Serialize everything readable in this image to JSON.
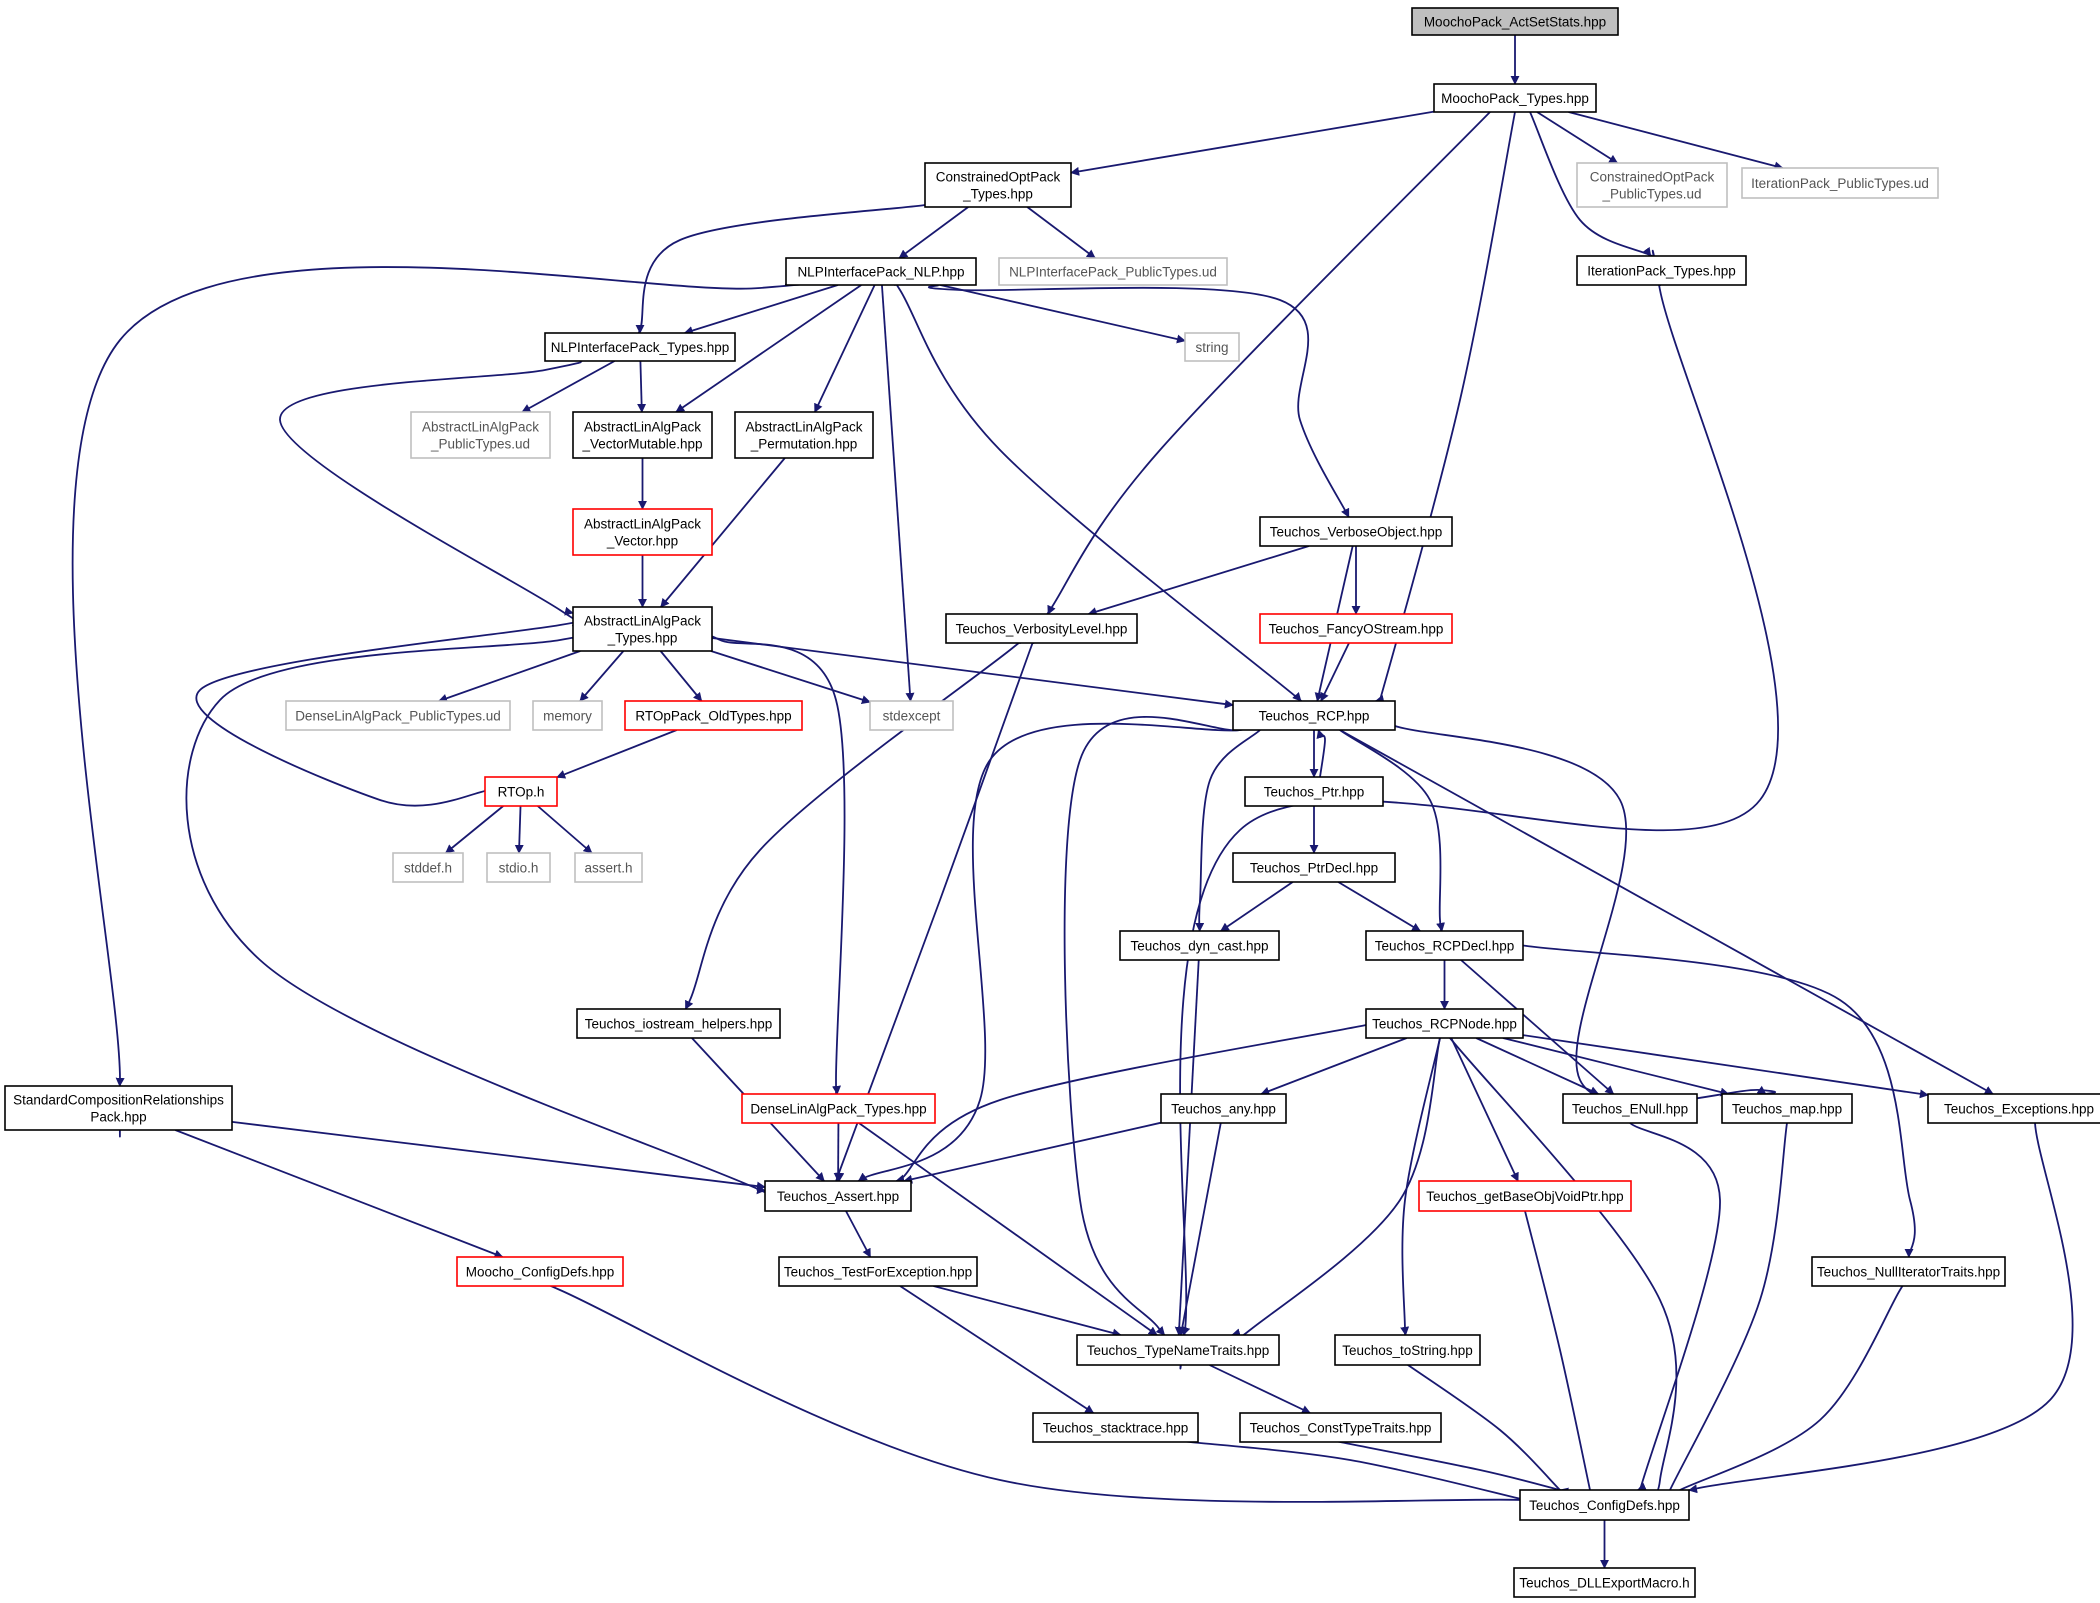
{
  "diagram": {
    "nodes": [
      {
        "id": "root",
        "label": [
          "MoochoPack_ActSetStats.hpp"
        ],
        "style": "root"
      },
      {
        "id": "types",
        "label": [
          "MoochoPack_Types.hpp"
        ],
        "style": "normal"
      },
      {
        "id": "copt",
        "label": [
          "ConstrainedOptPack",
          "_Types.hpp"
        ],
        "style": "normal"
      },
      {
        "id": "coptud",
        "label": [
          "ConstrainedOptPack",
          "_PublicTypes.ud"
        ],
        "style": "gray"
      },
      {
        "id": "iterud",
        "label": [
          "IterationPack_PublicTypes.ud"
        ],
        "style": "gray"
      },
      {
        "id": "nlp",
        "label": [
          "NLPInterfacePack_NLP.hpp"
        ],
        "style": "normal"
      },
      {
        "id": "nlpud",
        "label": [
          "NLPInterfacePack_PublicTypes.ud"
        ],
        "style": "gray"
      },
      {
        "id": "itertypes",
        "label": [
          "IterationPack_Types.hpp"
        ],
        "style": "normal"
      },
      {
        "id": "nlptypes",
        "label": [
          "NLPInterfacePack_Types.hpp"
        ],
        "style": "normal"
      },
      {
        "id": "string",
        "label": [
          "string"
        ],
        "style": "gray"
      },
      {
        "id": "alaud",
        "label": [
          "AbstractLinAlgPack",
          "_PublicTypes.ud"
        ],
        "style": "gray"
      },
      {
        "id": "vecmut",
        "label": [
          "AbstractLinAlgPack",
          "_VectorMutable.hpp"
        ],
        "style": "normal"
      },
      {
        "id": "perm",
        "label": [
          "AbstractLinAlgPack",
          "_Permutation.hpp"
        ],
        "style": "normal"
      },
      {
        "id": "vector",
        "label": [
          "AbstractLinAlgPack",
          "_Vector.hpp"
        ],
        "style": "red"
      },
      {
        "id": "verbobj",
        "label": [
          "Teuchos_VerboseObject.hpp"
        ],
        "style": "normal"
      },
      {
        "id": "alatypes",
        "label": [
          "AbstractLinAlgPack",
          "_Types.hpp"
        ],
        "style": "normal"
      },
      {
        "id": "verblvl",
        "label": [
          "Teuchos_VerbosityLevel.hpp"
        ],
        "style": "normal"
      },
      {
        "id": "fancy",
        "label": [
          "Teuchos_FancyOStream.hpp"
        ],
        "style": "red"
      },
      {
        "id": "dlaud",
        "label": [
          "DenseLinAlgPack_PublicTypes.ud"
        ],
        "style": "gray"
      },
      {
        "id": "memory",
        "label": [
          "memory"
        ],
        "style": "gray"
      },
      {
        "id": "rtopold",
        "label": [
          "RTOpPack_OldTypes.hpp"
        ],
        "style": "red"
      },
      {
        "id": "stdexcept",
        "label": [
          "stdexcept"
        ],
        "style": "gray"
      },
      {
        "id": "rcp",
        "label": [
          "Teuchos_RCP.hpp"
        ],
        "style": "normal"
      },
      {
        "id": "rtop",
        "label": [
          "RTOp.h"
        ],
        "style": "red"
      },
      {
        "id": "ptr",
        "label": [
          "Teuchos_Ptr.hpp"
        ],
        "style": "normal"
      },
      {
        "id": "stddef",
        "label": [
          "stddef.h"
        ],
        "style": "gray"
      },
      {
        "id": "stdio",
        "label": [
          "stdio.h"
        ],
        "style": "gray"
      },
      {
        "id": "assert",
        "label": [
          "assert.h"
        ],
        "style": "gray"
      },
      {
        "id": "ptrdecl",
        "label": [
          "Teuchos_PtrDecl.hpp"
        ],
        "style": "normal"
      },
      {
        "id": "dyncast",
        "label": [
          "Teuchos_dyn_cast.hpp"
        ],
        "style": "normal"
      },
      {
        "id": "rcpdecl",
        "label": [
          "Teuchos_RCPDecl.hpp"
        ],
        "style": "normal"
      },
      {
        "id": "iohelp",
        "label": [
          "Teuchos_iostream_helpers.hpp"
        ],
        "style": "normal"
      },
      {
        "id": "rcpnode",
        "label": [
          "Teuchos_RCPNode.hpp"
        ],
        "style": "normal"
      },
      {
        "id": "stdcomp",
        "label": [
          "StandardCompositionRelationships",
          "Pack.hpp"
        ],
        "style": "normal"
      },
      {
        "id": "dlatypes",
        "label": [
          "DenseLinAlgPack_Types.hpp"
        ],
        "style": "red"
      },
      {
        "id": "any",
        "label": [
          "Teuchos_any.hpp"
        ],
        "style": "normal"
      },
      {
        "id": "enull",
        "label": [
          "Teuchos_ENull.hpp"
        ],
        "style": "normal"
      },
      {
        "id": "map",
        "label": [
          "Teuchos_map.hpp"
        ],
        "style": "normal"
      },
      {
        "id": "exceptions",
        "label": [
          "Teuchos_Exceptions.hpp"
        ],
        "style": "normal"
      },
      {
        "id": "tassert",
        "label": [
          "Teuchos_Assert.hpp"
        ],
        "style": "normal"
      },
      {
        "id": "getbase",
        "label": [
          "Teuchos_getBaseObjVoidPtr.hpp"
        ],
        "style": "red"
      },
      {
        "id": "mconfig",
        "label": [
          "Moocho_ConfigDefs.hpp"
        ],
        "style": "red"
      },
      {
        "id": "testexc",
        "label": [
          "Teuchos_TestForException.hpp"
        ],
        "style": "normal"
      },
      {
        "id": "nullit",
        "label": [
          "Teuchos_NullIteratorTraits.hpp"
        ],
        "style": "normal"
      },
      {
        "id": "typename",
        "label": [
          "Teuchos_TypeNameTraits.hpp"
        ],
        "style": "normal"
      },
      {
        "id": "tostring",
        "label": [
          "Teuchos_toString.hpp"
        ],
        "style": "normal"
      },
      {
        "id": "stacktrace",
        "label": [
          "Teuchos_stacktrace.hpp"
        ],
        "style": "normal"
      },
      {
        "id": "consttype",
        "label": [
          "Teuchos_ConstTypeTraits.hpp"
        ],
        "style": "normal"
      },
      {
        "id": "tconfig",
        "label": [
          "Teuchos_ConfigDefs.hpp"
        ],
        "style": "normal"
      },
      {
        "id": "dllexport",
        "label": [
          "Teuchos_DLLExportMacro.h"
        ],
        "style": "normal"
      }
    ],
    "edges": [
      [
        "root",
        "types"
      ],
      [
        "types",
        "copt"
      ],
      [
        "types",
        "coptud"
      ],
      [
        "types",
        "iterud"
      ],
      [
        "types",
        "itertypes"
      ],
      [
        "types",
        "verblvl"
      ],
      [
        "types",
        "rcp"
      ],
      [
        "copt",
        "nlp"
      ],
      [
        "copt",
        "nlpud"
      ],
      [
        "copt",
        "nlptypes"
      ],
      [
        "nlp",
        "nlptypes"
      ],
      [
        "nlp",
        "string"
      ],
      [
        "nlp",
        "vecmut"
      ],
      [
        "nlp",
        "perm"
      ],
      [
        "nlp",
        "stdexcept"
      ],
      [
        "nlp",
        "rcp"
      ],
      [
        "nlp",
        "verbobj"
      ],
      [
        "nlp",
        "stdcomp"
      ],
      [
        "itertypes",
        "typename"
      ],
      [
        "nlptypes",
        "alaud"
      ],
      [
        "nlptypes",
        "vecmut"
      ],
      [
        "nlptypes",
        "alatypes"
      ],
      [
        "vecmut",
        "vector"
      ],
      [
        "vector",
        "alatypes"
      ],
      [
        "perm",
        "alatypes"
      ],
      [
        "verbobj",
        "verblvl"
      ],
      [
        "verbobj",
        "fancy"
      ],
      [
        "verbobj",
        "rcp"
      ],
      [
        "verblvl",
        "iohelp"
      ],
      [
        "verblvl",
        "tassert"
      ],
      [
        "fancy",
        "rcp"
      ],
      [
        "alatypes",
        "dlaud"
      ],
      [
        "alatypes",
        "memory"
      ],
      [
        "alatypes",
        "rtopold"
      ],
      [
        "alatypes",
        "stdexcept"
      ],
      [
        "alatypes",
        "rcp"
      ],
      [
        "alatypes",
        "rtop"
      ],
      [
        "alatypes",
        "dlatypes"
      ],
      [
        "alatypes",
        "tassert"
      ],
      [
        "rtopold",
        "rtop"
      ],
      [
        "rtop",
        "stddef"
      ],
      [
        "rtop",
        "stdio"
      ],
      [
        "rtop",
        "assert"
      ],
      [
        "rcp",
        "ptr"
      ],
      [
        "rcp",
        "dyncast"
      ],
      [
        "rcp",
        "rcpdecl"
      ],
      [
        "rcp",
        "map"
      ],
      [
        "rcp",
        "exceptions"
      ],
      [
        "rcp",
        "tassert"
      ],
      [
        "rcp",
        "typename"
      ],
      [
        "ptr",
        "rcp"
      ],
      [
        "ptr",
        "ptrdecl"
      ],
      [
        "ptrdecl",
        "dyncast"
      ],
      [
        "ptrdecl",
        "rcpdecl"
      ],
      [
        "dyncast",
        "typename"
      ],
      [
        "rcpdecl",
        "rcpnode"
      ],
      [
        "rcpdecl",
        "enull"
      ],
      [
        "rcpdecl",
        "nullit"
      ],
      [
        "iohelp",
        "tassert"
      ],
      [
        "rcpnode",
        "any"
      ],
      [
        "rcpnode",
        "enull"
      ],
      [
        "rcpnode",
        "map"
      ],
      [
        "rcpnode",
        "exceptions"
      ],
      [
        "rcpnode",
        "tassert"
      ],
      [
        "rcpnode",
        "getbase"
      ],
      [
        "rcpnode",
        "typename"
      ],
      [
        "rcpnode",
        "tostring"
      ],
      [
        "rcpnode",
        "tconfig"
      ],
      [
        "stdcomp",
        "tassert"
      ],
      [
        "stdcomp",
        "mconfig"
      ],
      [
        "dlatypes",
        "tassert"
      ],
      [
        "dlatypes",
        "typename"
      ],
      [
        "any",
        "tassert"
      ],
      [
        "any",
        "typename"
      ],
      [
        "enull",
        "tconfig"
      ],
      [
        "map",
        "tconfig"
      ],
      [
        "exceptions",
        "tconfig"
      ],
      [
        "tassert",
        "testexc"
      ],
      [
        "getbase",
        "tconfig"
      ],
      [
        "mconfig",
        "tconfig"
      ],
      [
        "testexc",
        "typename"
      ],
      [
        "testexc",
        "stacktrace"
      ],
      [
        "nullit",
        "tconfig"
      ],
      [
        "typename",
        "consttype"
      ],
      [
        "tostring",
        "tconfig"
      ],
      [
        "stacktrace",
        "tconfig"
      ],
      [
        "consttype",
        "tconfig"
      ],
      [
        "tconfig",
        "dllexport"
      ]
    ]
  }
}
